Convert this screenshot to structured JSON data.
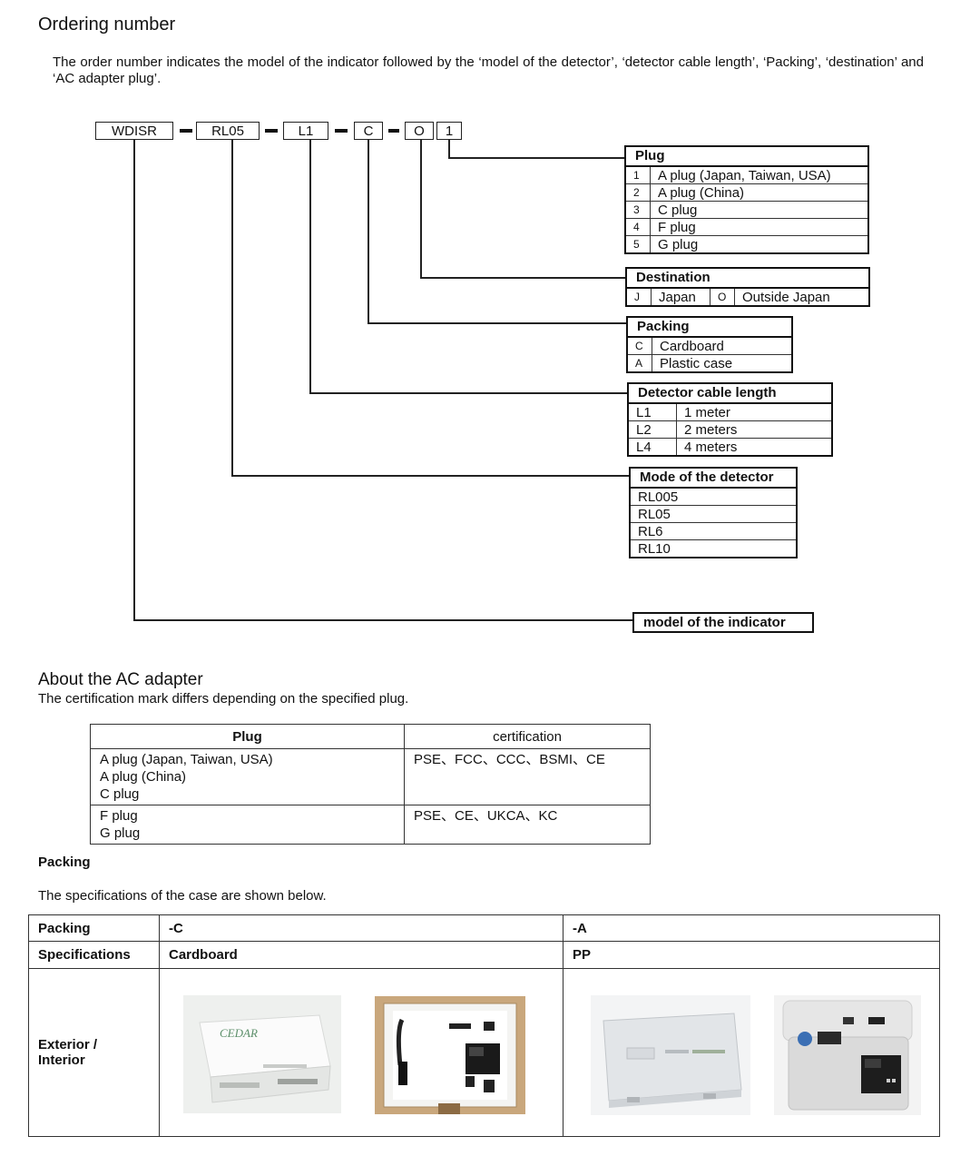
{
  "ordering": {
    "heading": "Ordering number",
    "intro": "The order number indicates the model of the indicator followed by the ‘model of the detector’, ‘detector cable length’, ‘Packing’, ‘destination’ and ‘AC adapter plug’.",
    "code_parts": [
      "WDISR",
      "RL05",
      "L1",
      "C",
      "O",
      "1"
    ]
  },
  "plug_table": {
    "title": "Plug",
    "rows": [
      {
        "code": "1",
        "label": "A plug (Japan, Taiwan, USA)"
      },
      {
        "code": "2",
        "label": "A plug (China)"
      },
      {
        "code": "3",
        "label": "C plug"
      },
      {
        "code": "4",
        "label": "F plug"
      },
      {
        "code": "5",
        "label": "G plug"
      }
    ]
  },
  "destination_table": {
    "title": "Destination",
    "row": {
      "code1": "J",
      "label1": "Japan",
      "code2": "O",
      "label2": "Outside Japan"
    }
  },
  "packing_table": {
    "title": "Packing",
    "rows": [
      {
        "code": "C",
        "label": "Cardboard"
      },
      {
        "code": "A",
        "label": "Plastic case"
      }
    ]
  },
  "cable_table": {
    "title": "Detector cable length",
    "rows": [
      {
        "code": "L1",
        "label": "1 meter"
      },
      {
        "code": "L2",
        "label": "2 meters"
      },
      {
        "code": "L4",
        "label": "4 meters"
      }
    ]
  },
  "detector_table": {
    "title": "Mode of the detector",
    "rows": [
      "RL005",
      "RL05",
      "RL6",
      "RL10"
    ]
  },
  "indicator_label": "model of the indicator",
  "ac_adapter": {
    "heading": "About the AC adapter",
    "note": "The certification mark differs depending on the specified plug.",
    "col_plug": "Plug",
    "col_cert": "certification",
    "rows": [
      {
        "plugs": [
          "A plug (Japan, Taiwan, USA)",
          "A plug (China)",
          "C plug"
        ],
        "cert": "PSE、FCC、CCC、BSMI、CE"
      },
      {
        "plugs": [
          "F plug",
          "G plug"
        ],
        "cert": "PSE、CE、UKCA、KC"
      }
    ]
  },
  "packing_section": {
    "heading": "Packing",
    "note": "The specifications of the case are shown below.",
    "row1": {
      "label": "Packing",
      "c": "-C",
      "a": "-A"
    },
    "row2": {
      "label": "Specifications",
      "c": "Cardboard",
      "a": "PP"
    },
    "row3": {
      "label": "Exterior /\nInterior"
    },
    "photo_text": {
      "brand": "CEDAR"
    }
  }
}
